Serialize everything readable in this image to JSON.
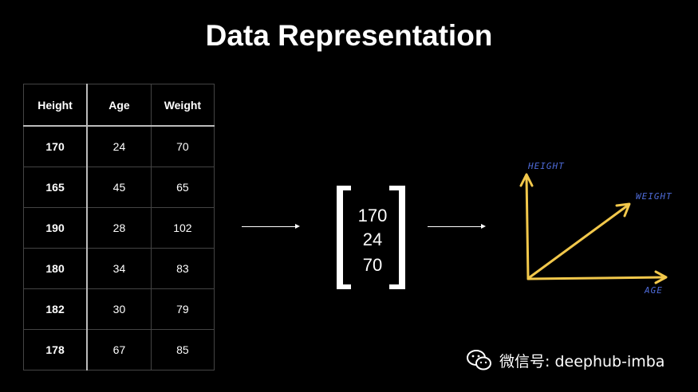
{
  "title": "Data Representation",
  "table": {
    "headers": [
      "Height",
      "Age",
      "Weight"
    ],
    "rows": [
      [
        "170",
        "24",
        "70"
      ],
      [
        "165",
        "45",
        "65"
      ],
      [
        "190",
        "28",
        "102"
      ],
      [
        "180",
        "34",
        "83"
      ],
      [
        "182",
        "30",
        "79"
      ],
      [
        "178",
        "67",
        "85"
      ]
    ]
  },
  "vector": {
    "values": [
      "170",
      "24",
      "70"
    ]
  },
  "plot": {
    "y_axis_label": "HEIGHT",
    "diagonal_label": "WEIGHT",
    "x_axis_label": "AGE",
    "arrow_color": "#f2c84b",
    "label_color": "#4e6bd8"
  },
  "watermark": {
    "text": "微信号: deephub-imba",
    "icon": "wechat-icon"
  }
}
